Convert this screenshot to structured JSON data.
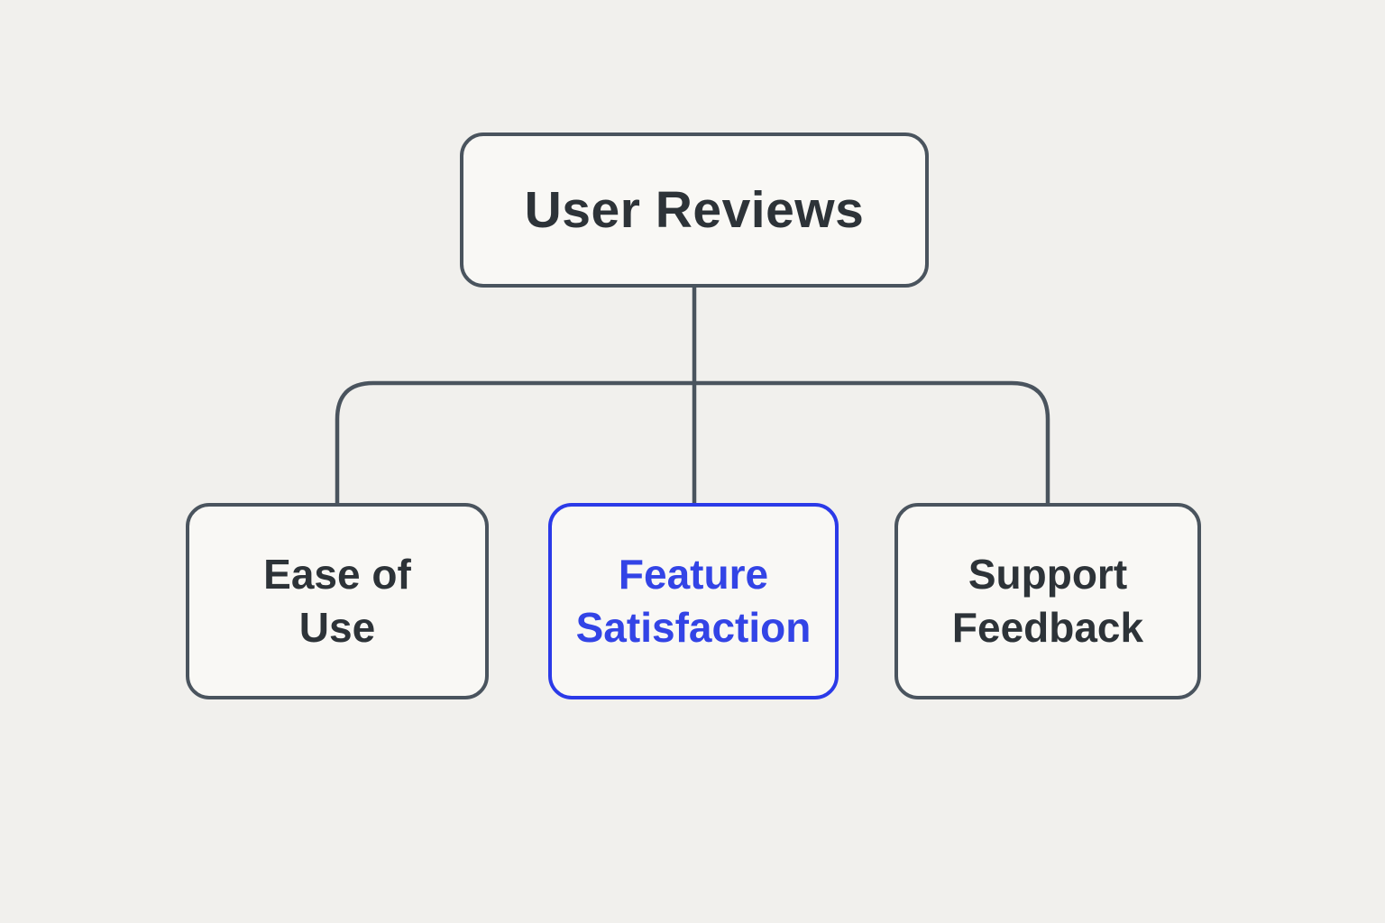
{
  "diagram": {
    "type": "tree",
    "root": {
      "label": "User Reviews",
      "selected": false
    },
    "children": [
      {
        "label": "Ease of Use",
        "selected": false
      },
      {
        "label": "Feature Satisfaction",
        "selected": true
      },
      {
        "label": "Support Feedback",
        "selected": false
      }
    ]
  },
  "colors": {
    "bg": "#f1f0ed",
    "node-fill": "#f9f8f5",
    "line": "#4a545e",
    "text-dark": "#2d3338",
    "accent": "#2b3ae8",
    "accent-text": "#3344e6"
  }
}
